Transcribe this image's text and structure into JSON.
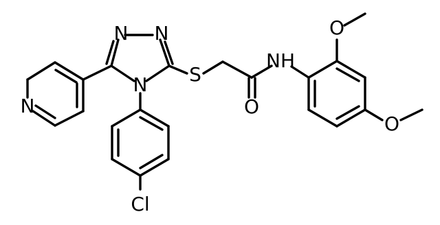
{
  "atoms": {
    "n_triazole_top_left": "N",
    "n_triazole_top_right": "N",
    "n_triazole_4": "N",
    "s_thioether": "S",
    "n_pyridine": "N",
    "cl": "Cl",
    "o_carbonyl": "O",
    "nh_amide": "NH",
    "o_methoxy_top": "O",
    "o_methoxy_right": "O"
  },
  "colors": {
    "bond": "#000000",
    "label": "#000000",
    "background": "#ffffff"
  }
}
